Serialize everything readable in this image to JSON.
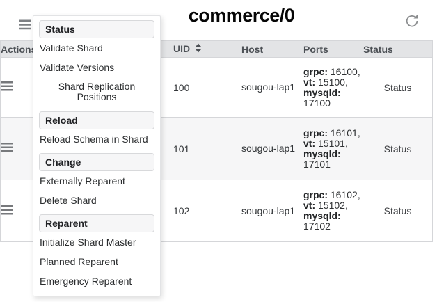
{
  "header": {
    "title": "commerce/0"
  },
  "icons": {
    "top_left": "hamburger-menu",
    "top_right": "refresh",
    "uid_header": "sort-arrows",
    "row_action": "hamburger-menu"
  },
  "menu": {
    "items": [
      {
        "type": "header",
        "label": "Status"
      },
      {
        "type": "item",
        "label": "Validate Shard"
      },
      {
        "type": "item",
        "label": "Validate Versions"
      },
      {
        "type": "item",
        "label": "Shard Replication Positions"
      },
      {
        "type": "header",
        "label": "Reload"
      },
      {
        "type": "item",
        "label": "Reload Schema in Shard"
      },
      {
        "type": "header",
        "label": "Change"
      },
      {
        "type": "item",
        "label": "Externally Reparent"
      },
      {
        "type": "item",
        "label": "Delete Shard"
      },
      {
        "type": "header",
        "label": "Reparent"
      },
      {
        "type": "item",
        "label": "Initialize Shard Master"
      },
      {
        "type": "item",
        "label": "Planned Reparent"
      },
      {
        "type": "item",
        "label": "Emergency Reparent"
      }
    ]
  },
  "table": {
    "headers": {
      "actions": "Actions",
      "uid": "UID",
      "host": "Host",
      "ports": "Ports",
      "status": "Status"
    },
    "ports_labels": {
      "grpc": "grpc:",
      "vt": "vt:",
      "mysqld": "mysqld:"
    },
    "rows": [
      {
        "uid": "100",
        "host": "sougou-lap1",
        "ports": {
          "grpc": "16100,",
          "vt": "15100,",
          "mysqld": "17100"
        },
        "status": "Status"
      },
      {
        "uid": "101",
        "host": "sougou-lap1",
        "ports": {
          "grpc": "16101,",
          "vt": "15101,",
          "mysqld": "17101"
        },
        "status": "Status"
      },
      {
        "uid": "102",
        "host": "sougou-lap1",
        "ports": {
          "grpc": "16102,",
          "vt": "15102,",
          "mysqld": "17102"
        },
        "status": "Status"
      }
    ]
  },
  "colors": {
    "table_header_bg": "#e3e4e6",
    "row_stripe_bg": "#f6f6f7",
    "grid_border": "#d5d6d9",
    "menu_header_bg": "#f6f6f7",
    "icon_gray": "#77797c",
    "header_text": "#4c5055"
  }
}
